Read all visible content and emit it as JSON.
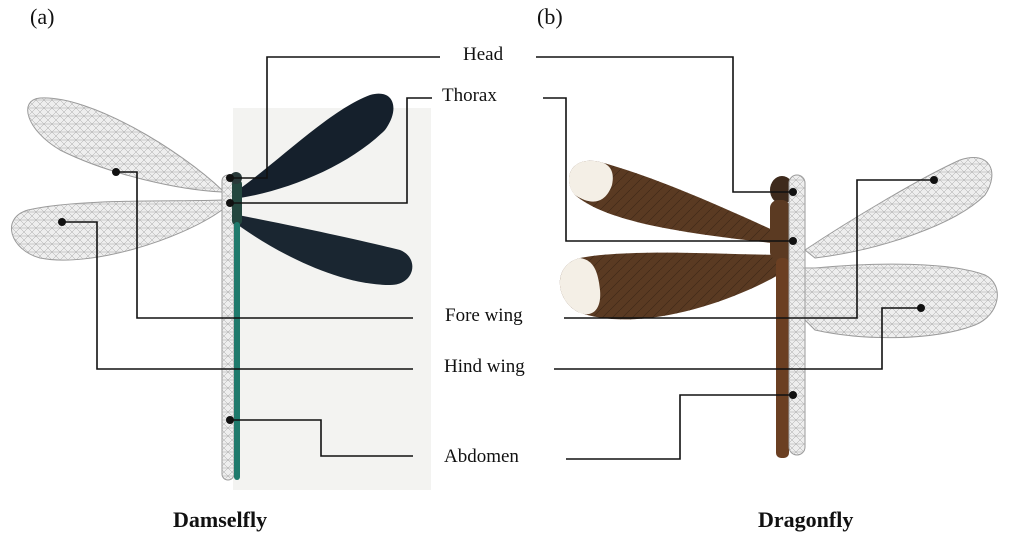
{
  "panels": {
    "a": "(a)",
    "b": "(b)"
  },
  "labels": {
    "head": "Head",
    "thorax": "Thorax",
    "fore_wing": "Fore wing",
    "hind_wing": "Hind wing",
    "abdomen": "Abdomen"
  },
  "captions": {
    "left": "Damselfly",
    "right": "Dragonfly"
  },
  "colors": {
    "leader_line": "#111111",
    "mesh_fill": "#efefef",
    "mesh_stroke": "#9a9a9a",
    "damselfly_wing": "#15202c",
    "damselfly_body": "#1f7a6c",
    "dragonfly_wing": "#5a3a22",
    "dragonfly_wing_tip": "#f4efe6",
    "dragonfly_body": "#6b3f22",
    "photo_bg": "#f3f3f1"
  }
}
